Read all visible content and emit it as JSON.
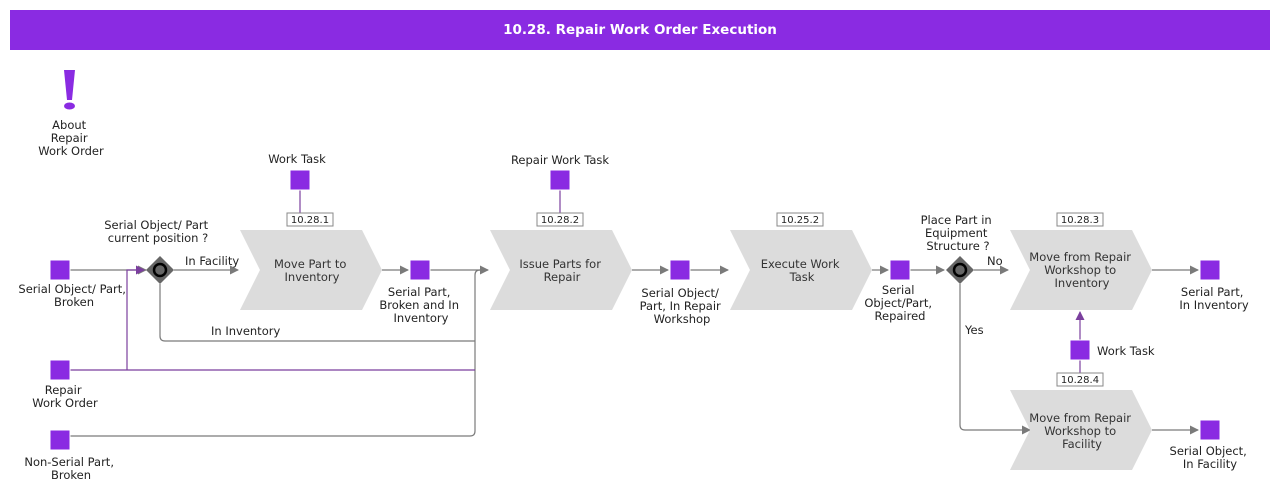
{
  "header": {
    "title": "10.28. Repair Work Order Execution"
  },
  "about": {
    "icon": "exclamation-icon",
    "label": [
      "About",
      "Repair",
      "Work Order"
    ]
  },
  "objects": {
    "serial_broken": [
      "Serial Object/ Part,",
      "Broken"
    ],
    "repair_work_order": [
      "Repair",
      "Work Order"
    ],
    "nonserial_broken": [
      "Non-Serial Part,",
      "Broken"
    ],
    "serial_broken_inv": [
      "Serial Part,",
      "Broken and In",
      "Inventory"
    ],
    "serial_in_repair": [
      "Serial Object/",
      "Part, In Repair",
      "Workshop"
    ],
    "serial_repaired": [
      "Serial",
      "Object/Part,",
      "Repaired"
    ],
    "serial_in_inventory": [
      "Serial Part,",
      "In Inventory"
    ],
    "serial_in_facility": [
      "Serial Object,",
      "In Facility"
    ],
    "work_task_1": [
      "Work Task"
    ],
    "repair_work_task": [
      "Repair Work Task"
    ],
    "work_task_2": [
      "Work Task"
    ]
  },
  "tasks": {
    "move_to_inventory": [
      "Move Part to",
      "Inventory"
    ],
    "issue_parts": [
      "Issue Parts for",
      "Repair"
    ],
    "execute_work": [
      "Execute Work",
      "Task"
    ],
    "move_repair_inventory": [
      "Move from Repair",
      "Workshop to",
      "Inventory"
    ],
    "move_repair_facility": [
      "Move from Repair",
      "Workshop to",
      "Facility"
    ]
  },
  "refs": {
    "move_to_inventory": "10.28.1",
    "issue_parts": "10.28.2",
    "execute_work": "10.25.2",
    "move_repair_inventory": "10.28.3",
    "move_repair_facility": "10.28.4"
  },
  "gateways": {
    "position": [
      "Serial Object/ Part",
      "current position ?"
    ],
    "place_part": [
      "Place Part in",
      "Equipment",
      "Structure ?"
    ]
  },
  "flow_labels": {
    "in_facility": "In Facility",
    "in_inventory": "In Inventory",
    "no": "No",
    "yes": "Yes"
  },
  "colors": {
    "accent": "#8a2be2",
    "task_fill": "#dcdcdc",
    "gateway": "#666666"
  }
}
